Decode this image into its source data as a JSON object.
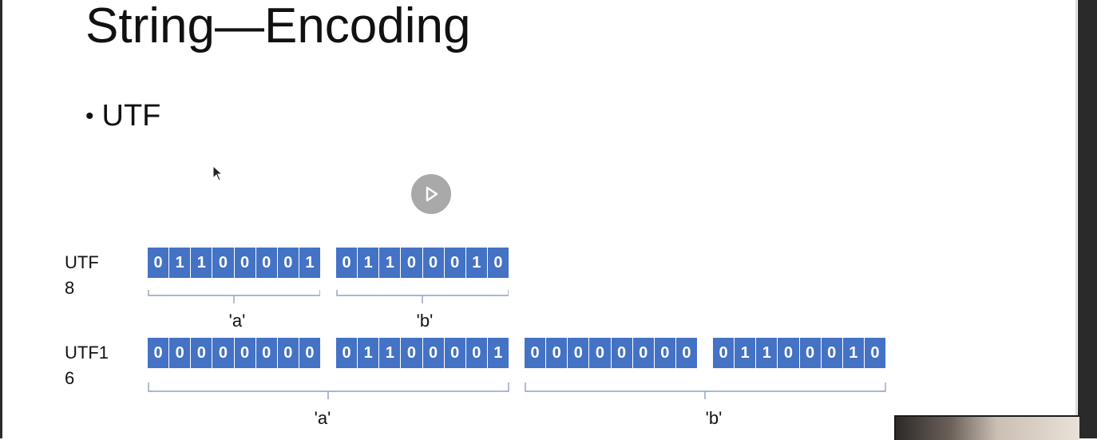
{
  "slide": {
    "title": "String—Encoding",
    "bullet": "UTF"
  },
  "rows": [
    {
      "label_line1": "UTF",
      "label_line2": "8",
      "bytes": [
        [
          "0",
          "1",
          "1",
          "0",
          "0",
          "0",
          "0",
          "1"
        ],
        [
          "0",
          "1",
          "1",
          "0",
          "0",
          "0",
          "1",
          "0"
        ]
      ],
      "chars": [
        "'a'",
        "'b'"
      ]
    },
    {
      "label_line1": "UTF1",
      "label_line2": "6",
      "bytes": [
        [
          "0",
          "0",
          "0",
          "0",
          "0",
          "0",
          "0",
          "0"
        ],
        [
          "0",
          "1",
          "1",
          "0",
          "0",
          "0",
          "0",
          "1"
        ],
        [
          "0",
          "0",
          "0",
          "0",
          "0",
          "0",
          "0",
          "0"
        ],
        [
          "0",
          "1",
          "1",
          "0",
          "0",
          "0",
          "1",
          "0"
        ]
      ],
      "chars": [
        "'a'",
        "'b'"
      ]
    }
  ],
  "colors": {
    "bit_cell": "#4472c4",
    "bit_text": "#ffffff",
    "brace": "#8fa0c0"
  },
  "icons": {
    "player": "play-icon",
    "pointer": "mouse-cursor-icon"
  }
}
